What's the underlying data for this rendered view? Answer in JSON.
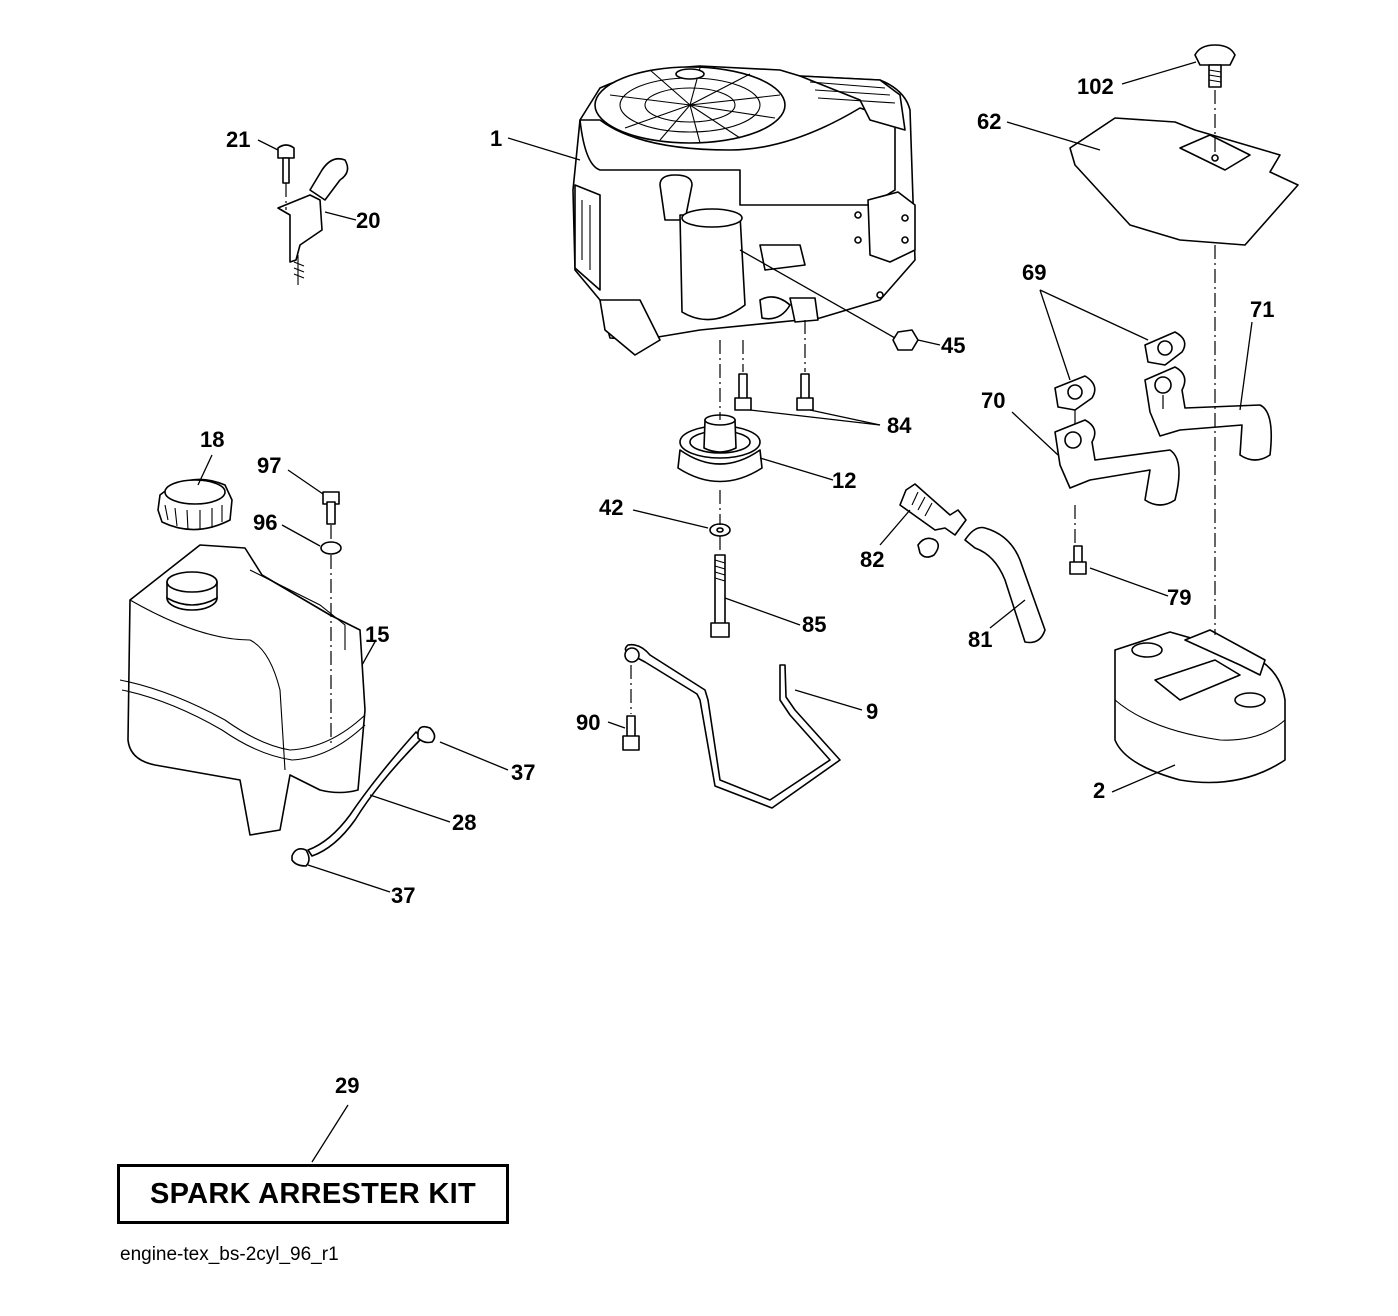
{
  "callouts": {
    "c1": "1",
    "c2": "2",
    "c9": "9",
    "c12": "12",
    "c15": "15",
    "c18": "18",
    "c20": "20",
    "c21": "21",
    "c28": "28",
    "c29": "29",
    "c37a": "37",
    "c37b": "37",
    "c42": "42",
    "c45": "45",
    "c62": "62",
    "c69": "69",
    "c70": "70",
    "c71": "71",
    "c79": "79",
    "c81": "81",
    "c82": "82",
    "c84": "84",
    "c85": "85",
    "c90": "90",
    "c96": "96",
    "c97": "97",
    "c102": "102"
  },
  "kit_label": "SPARK ARRESTER KIT",
  "footer_code": "engine-tex_bs-2cyl_96_r1"
}
